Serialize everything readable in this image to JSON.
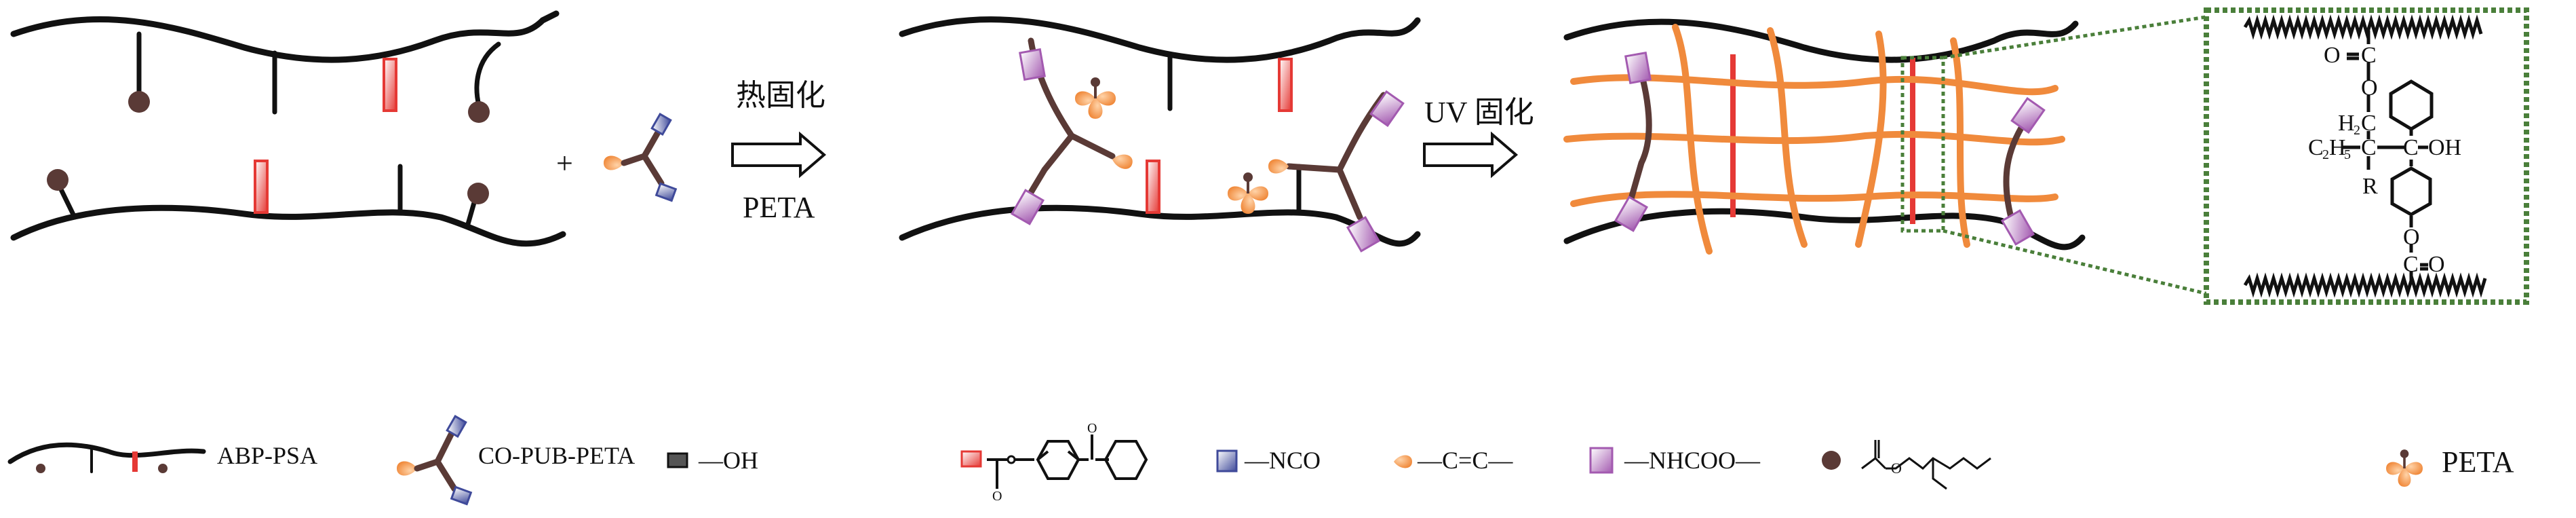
{
  "steps": {
    "step1_label": "热固化",
    "step1_reagent": "PETA",
    "step2_label": "UV 固化",
    "plus": "+"
  },
  "inset": {
    "atoms": [
      "O",
      "C",
      "O",
      "H",
      "2",
      "C",
      "C",
      "2",
      "H",
      "5",
      "C",
      "C",
      "OH",
      "R",
      "O",
      "C",
      "O"
    ]
  },
  "legend": {
    "abp_psa": "ABP-PSA",
    "co_pub_peta": "CO-PUB-PETA",
    "oh": "—OH",
    "nco": "—NCO",
    "cc": "—C=C—",
    "nhcoo": "—NHCOO—",
    "peta": "PETA"
  },
  "colors": {
    "chain": "#111111",
    "photoinitiator": "#e53935",
    "nco": "#3f4a9a",
    "vinyl": "#f08a3c",
    "urethane": "#a35ab0",
    "ester": "#5a3a36",
    "inset_border": "#4a7f3a"
  }
}
